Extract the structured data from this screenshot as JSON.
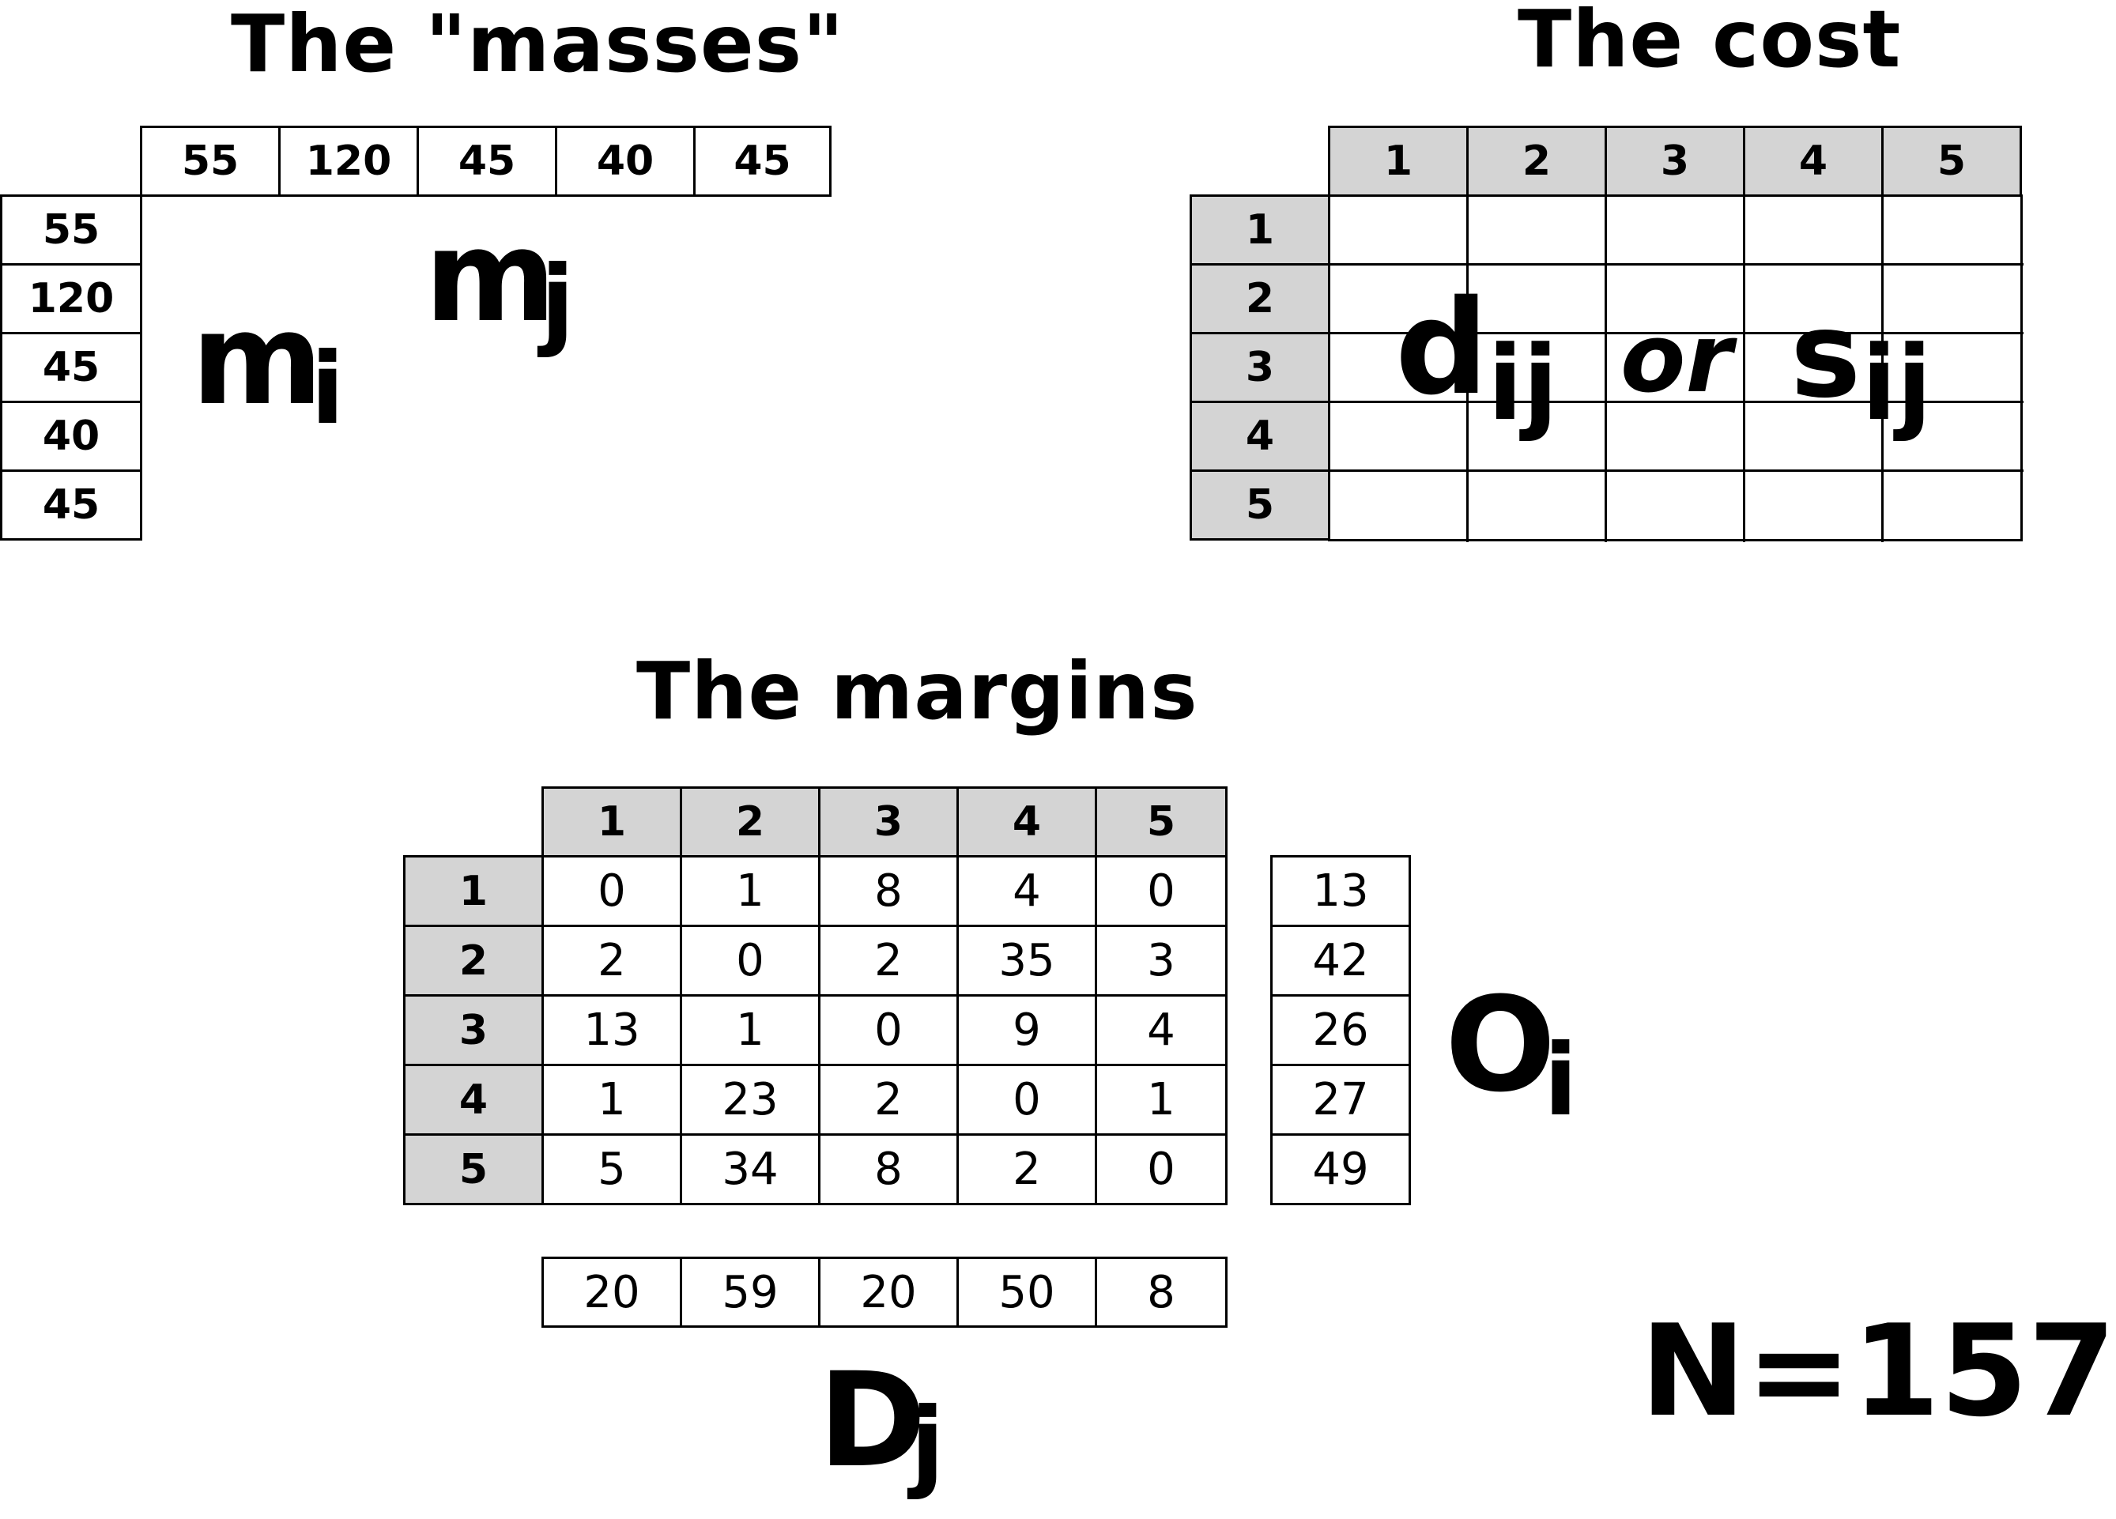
{
  "masses": {
    "title": "The \"masses\"",
    "column_values": [
      "55",
      "120",
      "45",
      "40",
      "45"
    ],
    "row_values": [
      "55",
      "120",
      "45",
      "40",
      "45"
    ],
    "label_i": {
      "base": "m",
      "sub": "i"
    },
    "label_j": {
      "base": "m",
      "sub": "j"
    }
  },
  "cost": {
    "title": "The cost",
    "column_headers": [
      "1",
      "2",
      "3",
      "4",
      "5"
    ],
    "row_headers": [
      "1",
      "2",
      "3",
      "4",
      "5"
    ],
    "label_d": {
      "base": "d",
      "sub": "ij"
    },
    "or_text": "or",
    "label_s": {
      "base": "s",
      "sub": "ij"
    }
  },
  "margins": {
    "title": "The margins",
    "column_headers": [
      "1",
      "2",
      "3",
      "4",
      "5"
    ],
    "row_headers": [
      "1",
      "2",
      "3",
      "4",
      "5"
    ],
    "matrix": [
      [
        "0",
        "1",
        "8",
        "4",
        "0"
      ],
      [
        "2",
        "0",
        "2",
        "35",
        "3"
      ],
      [
        "13",
        "1",
        "0",
        "9",
        "4"
      ],
      [
        "1",
        "23",
        "2",
        "0",
        "1"
      ],
      [
        "5",
        "34",
        "8",
        "2",
        "0"
      ]
    ],
    "row_totals": [
      "13",
      "42",
      "26",
      "27",
      "49"
    ],
    "column_totals": [
      "20",
      "59",
      "20",
      "50",
      "8"
    ],
    "label_o": {
      "base": "O",
      "sub": "i"
    },
    "label_d": {
      "base": "D",
      "sub": "j"
    },
    "total": "N=157"
  }
}
